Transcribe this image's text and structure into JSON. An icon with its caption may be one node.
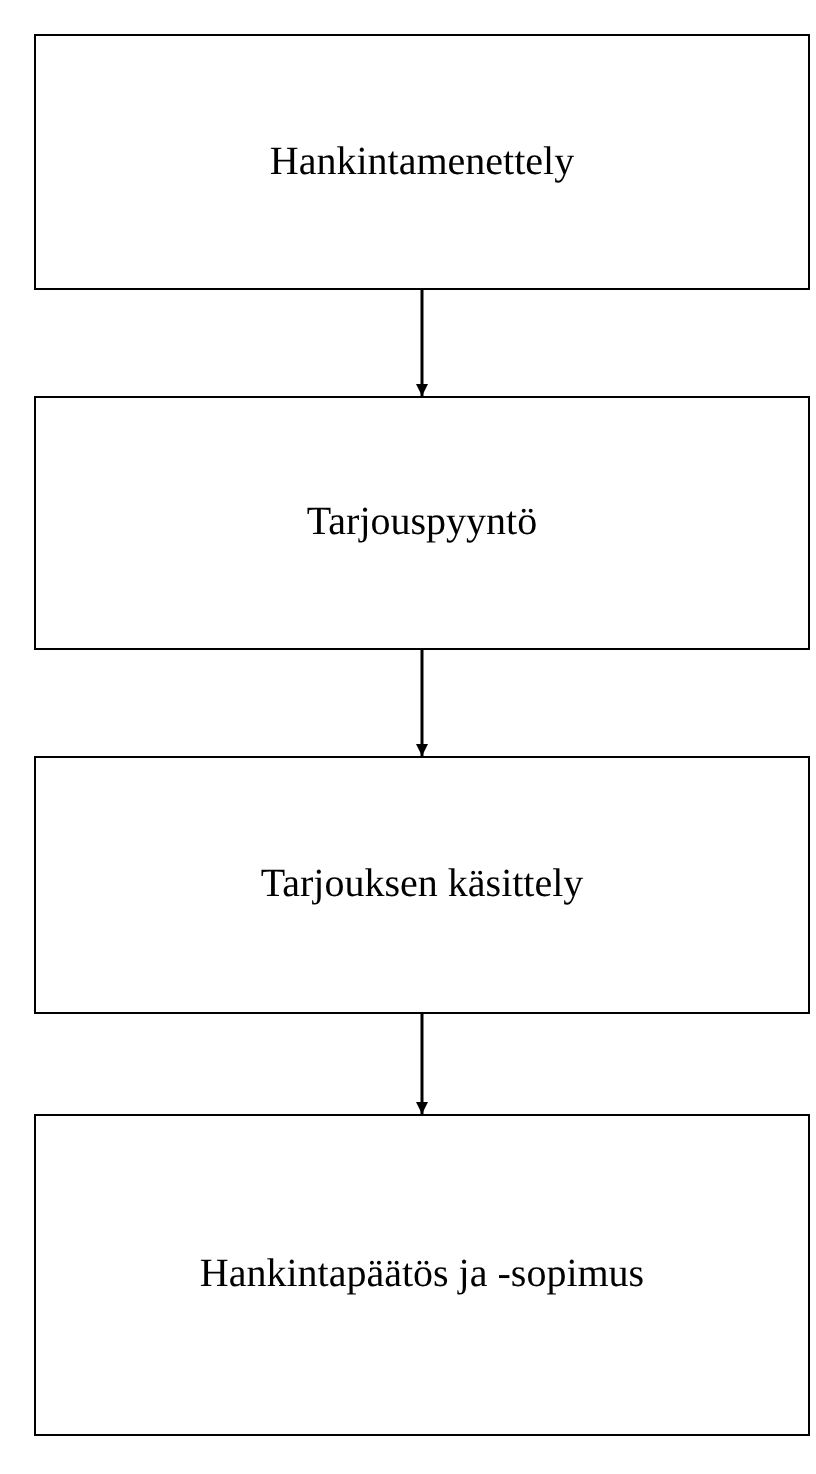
{
  "diagram": {
    "nodes": [
      {
        "text": [
          "Hankintamenettely"
        ]
      },
      {
        "text": [
          "Tarjouspyyntö"
        ]
      },
      {
        "text": [
          "Tarjouksen käsittely"
        ]
      },
      {
        "text": [
          "Hankintapäätös ja -sopimus"
        ]
      }
    ],
    "edges": [
      {
        "from": 0,
        "to": 1,
        "arrow": "to"
      },
      {
        "from": 1,
        "to": 2,
        "arrow": "to"
      },
      {
        "from": 2,
        "to": 3,
        "arrow": "to"
      }
    ]
  }
}
